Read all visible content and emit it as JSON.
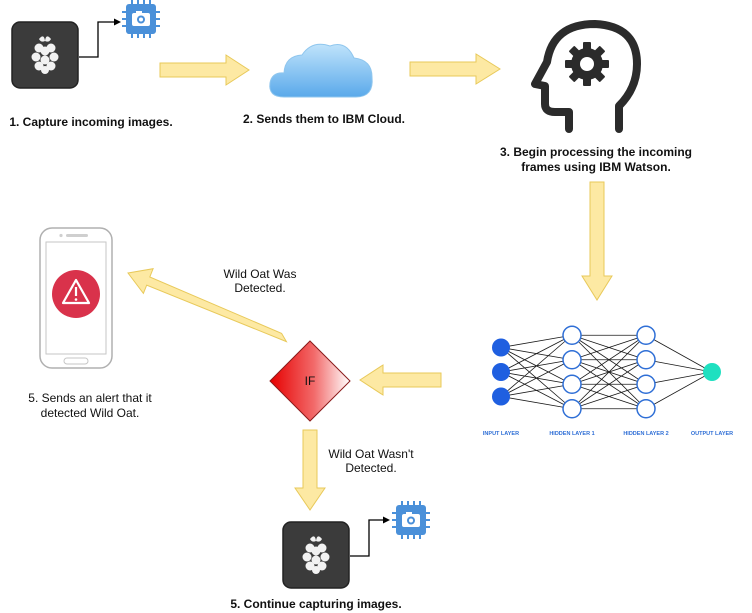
{
  "steps": {
    "capture": "1. Capture incoming images.",
    "send": "2. Sends them to IBM Cloud.",
    "process_line1": "3. Begin processing the incoming",
    "process_line2": "frames using IBM Watson.",
    "alert_line1": "5. Sends an alert that it",
    "alert_line2": "detected Wild Oat.",
    "continue": "5. Continue capturing images."
  },
  "decision": {
    "label": "IF",
    "yes_line1": "Wild Oat Was",
    "yes_line2": "Detected.",
    "no_line1": "Wild Oat Wasn't",
    "no_line2": "Detected."
  },
  "neural_net": {
    "layers": [
      "INPUT LAYER",
      "HIDDEN LAYER 1",
      "HIDDEN LAYER 2",
      "OUTPUT LAYER"
    ],
    "node_counts": [
      3,
      4,
      4,
      1
    ]
  },
  "colors": {
    "arrow_fill": "#fde9a3",
    "arrow_stroke": "#e8c95a",
    "input_node": "#1f5fe0",
    "hidden_node_stroke": "#2f6fd6",
    "output_node": "#1fe0c0",
    "alert_red": "#d9324b",
    "cloud_blue": "#79bff2"
  },
  "icons": {
    "device": "raspberry-pi-icon",
    "camera": "camera-module-icon",
    "cloud": "cloud-icon",
    "ai": "brain-gear-icon",
    "phone": "smartphone-icon",
    "warning": "warning-icon"
  }
}
